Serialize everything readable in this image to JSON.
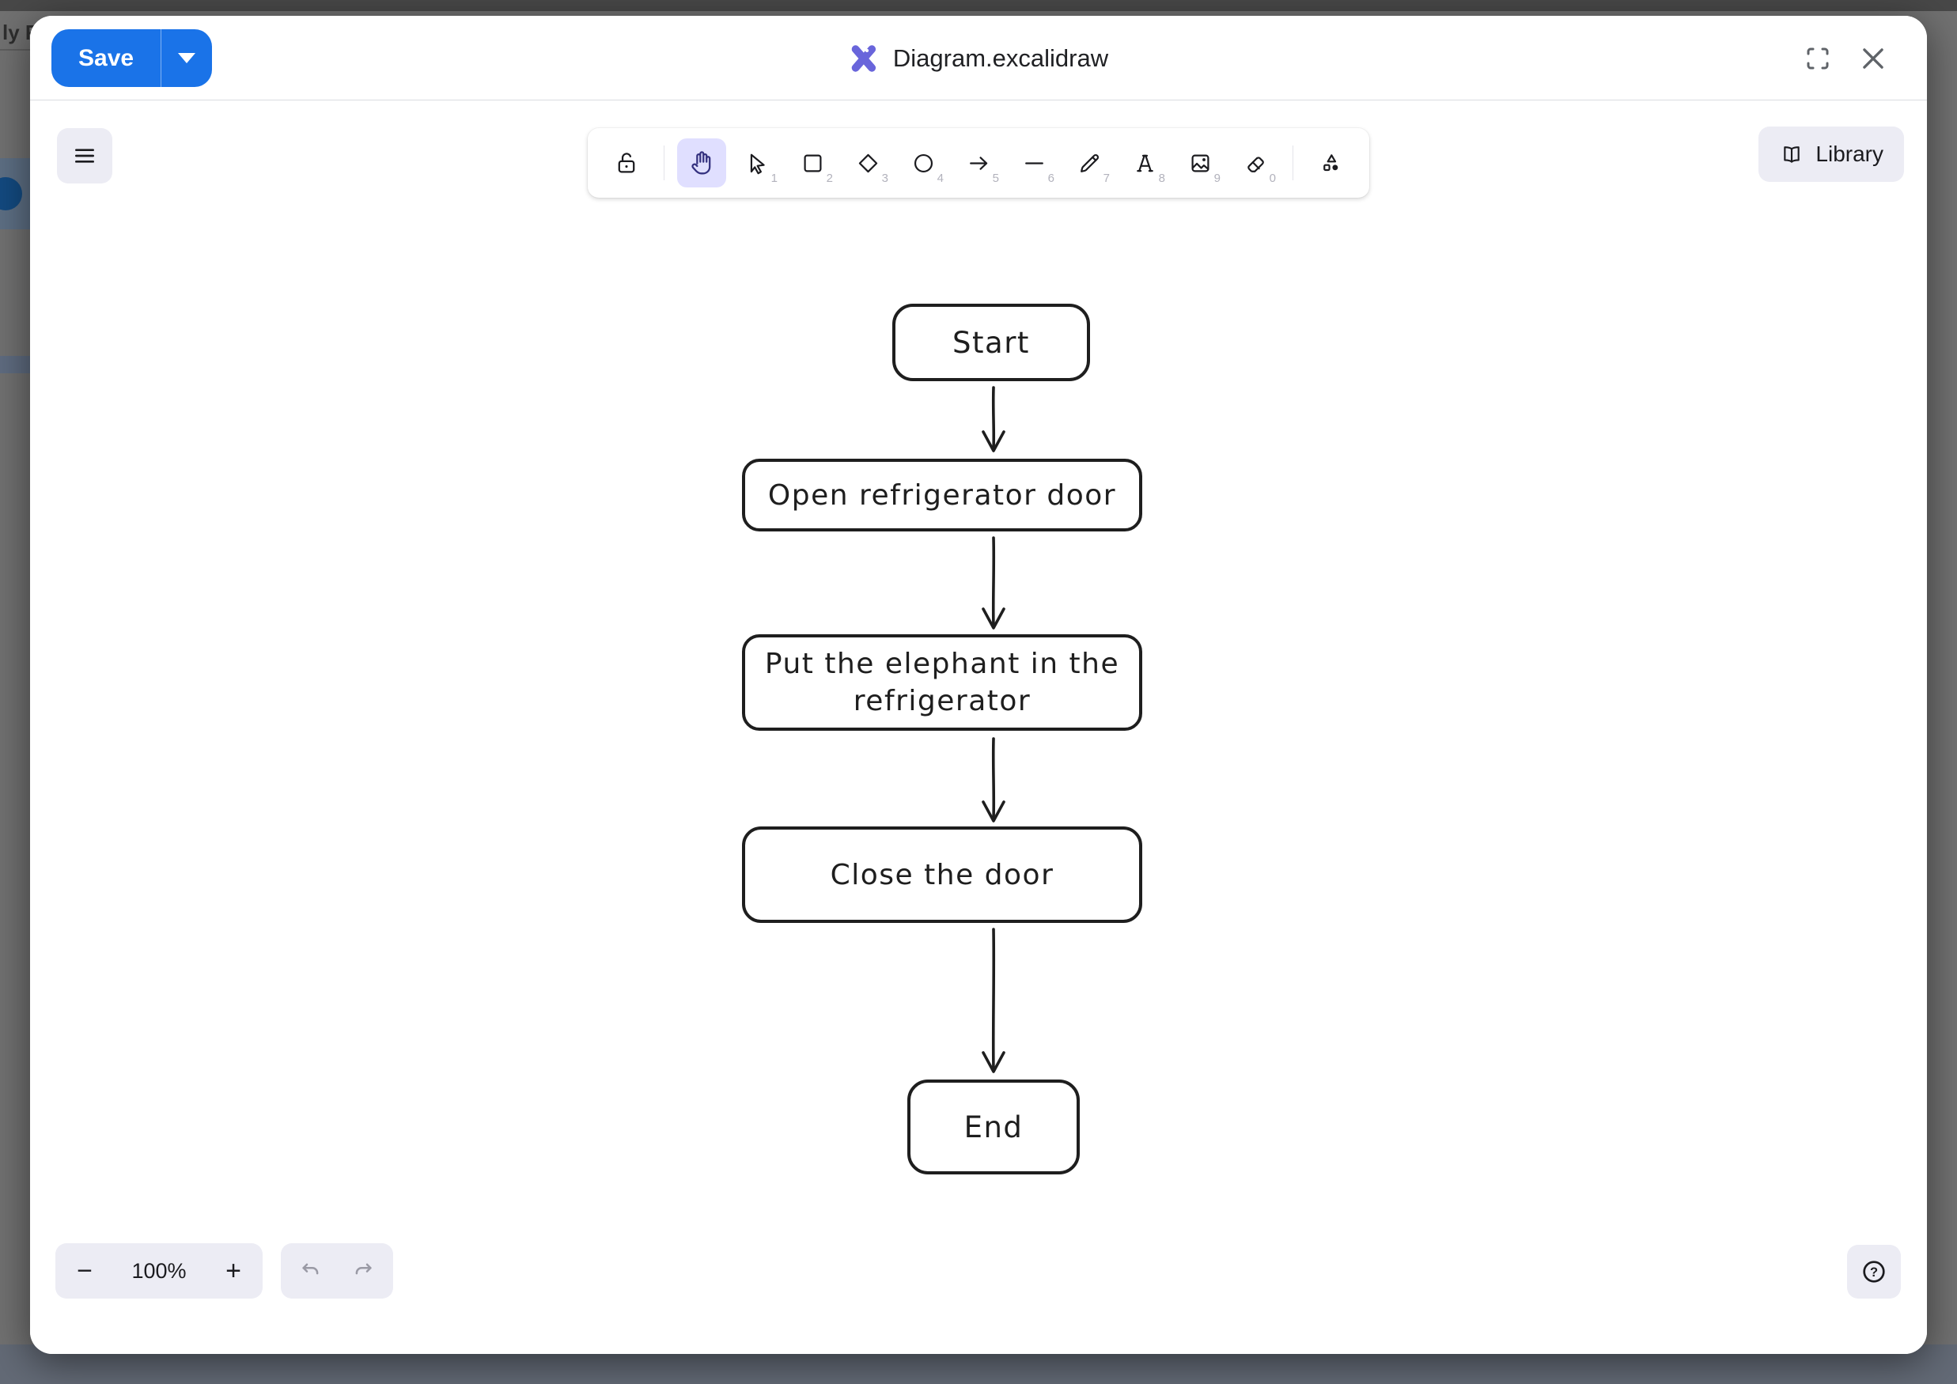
{
  "background": {
    "partial_text": "ly F"
  },
  "header": {
    "save_label": "Save",
    "title": "Diagram.excalidraw",
    "icons": [
      "excalidraw-logo",
      "caret-down-icon",
      "fullscreen-icon",
      "close-icon"
    ]
  },
  "toolbar": {
    "library_label": "Library",
    "tools": [
      {
        "name": "lock",
        "shortcut": "",
        "selected": false
      },
      {
        "name": "hand",
        "shortcut": "",
        "selected": true
      },
      {
        "name": "selection",
        "shortcut": "1",
        "selected": false
      },
      {
        "name": "rectangle",
        "shortcut": "2",
        "selected": false
      },
      {
        "name": "diamond",
        "shortcut": "3",
        "selected": false
      },
      {
        "name": "ellipse",
        "shortcut": "4",
        "selected": false
      },
      {
        "name": "arrow",
        "shortcut": "5",
        "selected": false
      },
      {
        "name": "line",
        "shortcut": "6",
        "selected": false
      },
      {
        "name": "draw",
        "shortcut": "7",
        "selected": false
      },
      {
        "name": "text",
        "shortcut": "8",
        "selected": false
      },
      {
        "name": "image",
        "shortcut": "9",
        "selected": false
      },
      {
        "name": "eraser",
        "shortcut": "0",
        "selected": false
      },
      {
        "name": "shapes",
        "shortcut": "",
        "selected": false
      }
    ]
  },
  "canvas": {
    "diagram": {
      "type": "flowchart",
      "nodes": [
        "Start",
        "Open refrigerator door",
        "Put the elephant in the refrigerator",
        "Close the door",
        "End"
      ],
      "edges": [
        [
          "Start",
          "Open refrigerator door"
        ],
        [
          "Open refrigerator door",
          "Put the elephant in the refrigerator"
        ],
        [
          "Put the elephant in the refrigerator",
          "Close the door"
        ],
        [
          "Close the door",
          "End"
        ]
      ]
    }
  },
  "footer": {
    "zoom_level": "100%",
    "zoom_out_label": "−",
    "zoom_in_label": "+"
  },
  "colors": {
    "accent_blue": "#1a73e8",
    "logo_purple": "#6965db",
    "selected_tool_bg": "#e0dfff",
    "canvas_stroke": "#1e1e1e",
    "soft_button_bg": "#ececf4"
  }
}
